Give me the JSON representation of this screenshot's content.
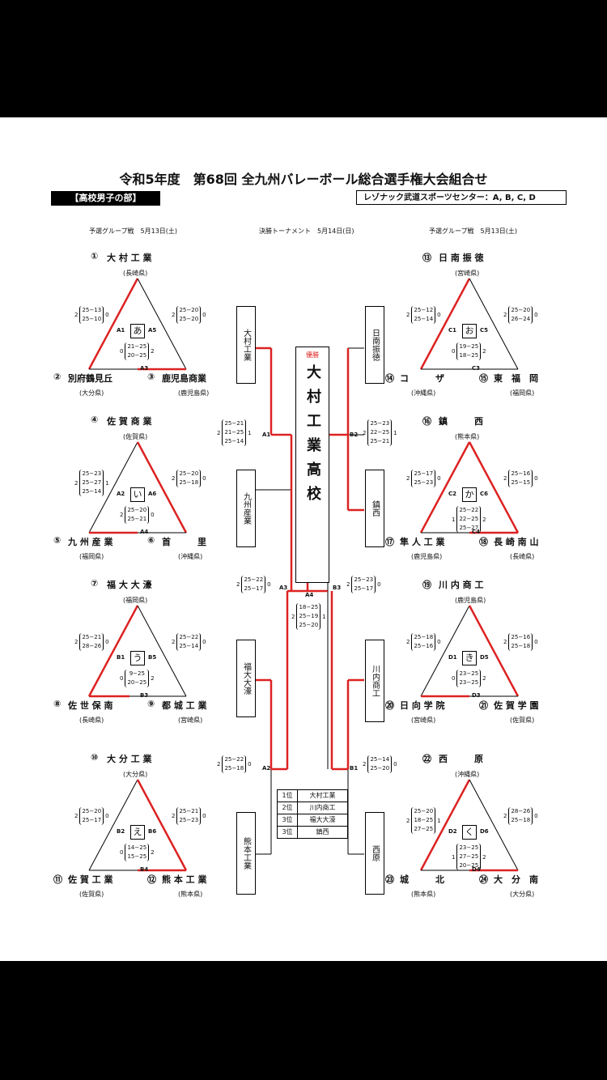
{
  "title": "令和5年度　第68回 全九州バレーボール総合選手権大会組合せ",
  "division": "【高校男子の部】",
  "venue": "レゾナック武道スポーツセンター：A, B, C, D",
  "headers": {
    "left": "予選グループ戦　5月13日(土)",
    "center": "決勝トーナメント　5月14日(日)",
    "right": "予選グループ戦　5月13日(土)"
  },
  "champion": {
    "label": "優勝",
    "name": "大村工業高校"
  },
  "rankings": [
    {
      "place": "1位",
      "team": "大村工業"
    },
    {
      "place": "2位",
      "team": "川内商工"
    },
    {
      "place": "3位",
      "team": "福大大濠"
    },
    {
      "place": "3位",
      "team": "鎮西"
    }
  ],
  "bracket_teams": {
    "left1": "大村工業",
    "left2": "九州産業",
    "left3": "福大大濠",
    "left4": "熊本工業",
    "right1": "日南振徳",
    "right2": "鎮西",
    "right3": "川内商工",
    "right4": "西原"
  },
  "bracket_labels": {
    "a1": "A1",
    "a2": "A2",
    "a3": "A3",
    "a4": "A4",
    "b1": "B1",
    "b2": "B2",
    "b3": "B3"
  },
  "bracket_scores": {
    "a1": {
      "left": "2",
      "sets": "25−21\n21−25\n25−14",
      "right": "1"
    },
    "a2": {
      "left": "2",
      "sets": "25−22\n25−18",
      "right": "0"
    },
    "a3": {
      "left": "2",
      "sets": "25−22\n25−17",
      "right": "0"
    },
    "b3": {
      "left": "2",
      "sets": "25−23\n25−17",
      "right": "0"
    },
    "b2": {
      "left": "2",
      "sets": "25−23\n22−25\n25−21",
      "right": "1"
    },
    "b1": {
      "left": "2",
      "sets": "25−14\n25−20",
      "right": "0"
    },
    "final": {
      "left": "2",
      "sets": "18−25\n25−19\n25−20",
      "right": "1"
    }
  },
  "groups": [
    {
      "key": "a",
      "letter": "あ",
      "top": {
        "num": "①",
        "name": "大 村 工 業",
        "pref": "(長崎県)"
      },
      "bl": {
        "num": "②",
        "name": "別府鶴見丘",
        "pref": "(大分県)"
      },
      "br": {
        "num": "③",
        "name": "鹿児島商業",
        "pref": "(鹿児島県)"
      },
      "l1": "A1",
      "l2": "A5",
      "l3": "A3",
      "sl": {
        "left": "2",
        "sets": "25−13\n25−10",
        "right": "0"
      },
      "sr": {
        "left": "2",
        "sets": "25−20\n25−20",
        "right": "0"
      },
      "sb": {
        "left": "0",
        "sets": "21−25\n20−25",
        "right": "2"
      }
    },
    {
      "key": "i",
      "letter": "い",
      "top": {
        "num": "④",
        "name": "佐 賀 商 業",
        "pref": "(佐賀県)"
      },
      "bl": {
        "num": "⑤",
        "name": "九 州 産 業",
        "pref": "(福岡県)"
      },
      "br": {
        "num": "⑥",
        "name": "首　　　里",
        "pref": "(沖縄県)"
      },
      "l1": "A2",
      "l2": "A6",
      "l3": "A4",
      "sl": {
        "left": "2",
        "sets": "25−23\n25−27\n25−14",
        "right": "1"
      },
      "sr": {
        "left": "2",
        "sets": "25−20\n25−18",
        "right": "0"
      },
      "sb": {
        "left": "2",
        "sets": "25−20\n25−21",
        "right": "0"
      }
    },
    {
      "key": "u",
      "letter": "う",
      "top": {
        "num": "⑦",
        "name": "福 大 大 濠",
        "pref": "(福岡県)"
      },
      "bl": {
        "num": "⑧",
        "name": "佐 世 保 南",
        "pref": "(長崎県)"
      },
      "br": {
        "num": "⑨",
        "name": "都 城 工 業",
        "pref": "(宮崎県)"
      },
      "l1": "B1",
      "l2": "B5",
      "l3": "B3",
      "sl": {
        "left": "2",
        "sets": "25−21\n28−26",
        "right": "0"
      },
      "sr": {
        "left": "2",
        "sets": "25−22\n25−14",
        "right": "0"
      },
      "sb": {
        "left": "0",
        "sets": "9−25\n20−25",
        "right": "2"
      }
    },
    {
      "key": "e",
      "letter": "え",
      "top": {
        "num": "⑩",
        "name": "大 分 工 業",
        "pref": "(大分県)"
      },
      "bl": {
        "num": "⑪",
        "name": "佐 賀 工 業",
        "pref": "(佐賀県)"
      },
      "br": {
        "num": "⑫",
        "name": "熊 本 工 業",
        "pref": "(熊本県)"
      },
      "l1": "B2",
      "l2": "B6",
      "l3": "B4",
      "sl": {
        "left": "2",
        "sets": "25−20\n25−17",
        "right": "0"
      },
      "sr": {
        "left": "2",
        "sets": "25−21\n25−23",
        "right": "0"
      },
      "sb": {
        "left": "0",
        "sets": "14−25\n15−25",
        "right": "2"
      }
    },
    {
      "key": "o",
      "letter": "お",
      "top": {
        "num": "⑬",
        "name": "日 南 振 徳",
        "pref": "(宮崎県)"
      },
      "bl": {
        "num": "⑭",
        "name": "コ　　　ザ",
        "pref": "(沖縄県)"
      },
      "br": {
        "num": "⑮",
        "name": "東　福　岡",
        "pref": "(福岡県)"
      },
      "l1": "C1",
      "l2": "C5",
      "l3": "C3",
      "sl": {
        "left": "2",
        "sets": "25−12\n25−14",
        "right": "0"
      },
      "sr": {
        "left": "2",
        "sets": "25−20\n26−24",
        "right": "0"
      },
      "sb": {
        "left": "0",
        "sets": "19−25\n18−25",
        "right": "2"
      }
    },
    {
      "key": "ka",
      "letter": "か",
      "top": {
        "num": "⑯",
        "name": "鎮　　　西",
        "pref": "(熊本県)"
      },
      "bl": {
        "num": "⑰",
        "name": "隼 人 工 業",
        "pref": "(鹿児島県)"
      },
      "br": {
        "num": "⑱",
        "name": "長 崎 南 山",
        "pref": "(長崎県)"
      },
      "l1": "C2",
      "l2": "C6",
      "l3": "C4",
      "sl": {
        "left": "2",
        "sets": "25−17\n25−23",
        "right": "0"
      },
      "sr": {
        "left": "2",
        "sets": "25−16\n25−15",
        "right": "0"
      },
      "sb": {
        "left": "1",
        "sets": "25−22\n22−25\n25−27",
        "right": "2"
      }
    },
    {
      "key": "ki",
      "letter": "き",
      "top": {
        "num": "⑲",
        "name": "川 内 商 工",
        "pref": "(鹿児島県)"
      },
      "bl": {
        "num": "⑳",
        "name": "日 向 学 院",
        "pref": "(宮崎県)"
      },
      "br": {
        "num": "㉑",
        "name": "佐 賀 学 園",
        "pref": "(佐賀県)"
      },
      "l1": "D1",
      "l2": "D5",
      "l3": "D3",
      "sl": {
        "left": "2",
        "sets": "25−18\n25−16",
        "right": "0"
      },
      "sr": {
        "left": "2",
        "sets": "25−16\n25−18",
        "right": "0"
      },
      "sb": {
        "left": "0",
        "sets": "23−25\n23−25",
        "right": "2"
      }
    },
    {
      "key": "ku",
      "letter": "く",
      "top": {
        "num": "㉒",
        "name": "西　　　原",
        "pref": "(沖縄県)"
      },
      "bl": {
        "num": "㉓",
        "name": "城　　　北",
        "pref": "(熊本県)"
      },
      "br": {
        "num": "㉔",
        "name": "大　分　南",
        "pref": "(大分県)"
      },
      "l1": "D2",
      "l2": "D6",
      "l3": "D4",
      "sl": {
        "left": "2",
        "sets": "25−20\n18−25\n27−25",
        "right": "1"
      },
      "sr": {
        "left": "2",
        "sets": "28−26\n25−18",
        "right": "0"
      },
      "sb": {
        "left": "1",
        "sets": "23−25\n27−25\n20−25",
        "right": "2"
      }
    }
  ]
}
